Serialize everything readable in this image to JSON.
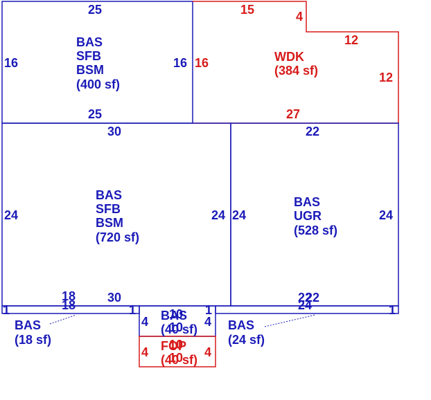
{
  "colors": {
    "base_area": "#1a1ab8",
    "deck_area": "#d81a1a",
    "background": "#ffffff"
  },
  "areas": {
    "upper_left": {
      "lines": [
        "BAS",
        "SFB",
        "BSM",
        "(400 sf)"
      ],
      "dims": {
        "top": "25",
        "bottom": "25",
        "left": "16",
        "right": "16"
      }
    },
    "wdk": {
      "lines": [
        "WDK",
        "(384 sf)"
      ],
      "dims": {
        "top": "15",
        "notch": "4",
        "step": "12",
        "right": "12",
        "bottom": "27",
        "left": "16"
      }
    },
    "main_left": {
      "lines": [
        "BAS",
        "SFB",
        "BSM",
        "(720 sf)"
      ],
      "dims": {
        "top": "30",
        "bottom": "30",
        "left": "24",
        "right": "24"
      }
    },
    "main_right": {
      "lines": [
        "BAS",
        "UGR",
        "(528 sf)"
      ],
      "dims": {
        "top": "22",
        "bottom_a": "22",
        "bottom_b": "22",
        "left": "24",
        "right": "24"
      }
    },
    "strip_left": {
      "lines": [
        "BAS",
        "(18 sf)"
      ],
      "dims": {
        "top": "18",
        "bottom": "18",
        "left": "1",
        "right": "1"
      }
    },
    "strip_right": {
      "lines": [
        "BAS",
        "(24 sf)"
      ],
      "dims": {
        "bottom": "24",
        "left": "1",
        "right": "1"
      }
    },
    "center_bas": {
      "lines": [
        "BAS",
        "(40 sf)"
      ],
      "dims": {
        "top": "10",
        "middle": "10",
        "left": "4",
        "right": "4"
      }
    },
    "fop": {
      "lines": [
        "FOP",
        "(40 sf)"
      ],
      "dims": {
        "top": "10",
        "bottom": "10",
        "left": "4",
        "right": "4"
      }
    }
  }
}
